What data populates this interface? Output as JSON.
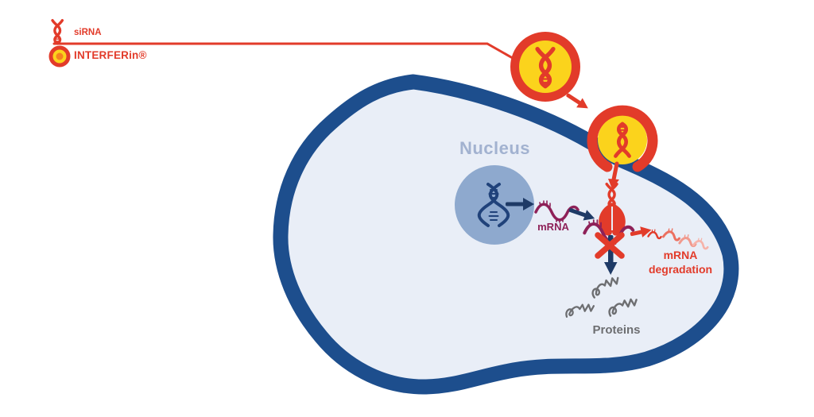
{
  "legend": {
    "sirna_label": "siRNA",
    "interferin_label": "INTERFERin®",
    "sirna_icon": "sirna-duplex-icon",
    "interferin_icon": "interferin-reagent-icon"
  },
  "diagram": {
    "nucleus_label": "Nucleus",
    "mrna_label": "mRNA",
    "proteins_label": "Proteins",
    "mrna_degradation_label": "mRNA degradation",
    "icons": [
      "sirna-interferin-complex-icon",
      "endosome-entry-icon",
      "dna-helix-icon",
      "mrna-strand-icon",
      "risc-complex-icon",
      "degraded-mrna-fragments-icon",
      "protein-coil-icon",
      "blocked-translation-x-icon"
    ]
  },
  "colors": {
    "red": "#e23b2a",
    "yellow": "#fbd31c",
    "orange": "#f58220",
    "membrane": "#1d4e8d",
    "cellfill": "#e9eef7",
    "nucleusfill": "#8ea9ce",
    "nucleuslabel": "#a2b2d0",
    "navy": "#1e3a66",
    "maroon": "#8e2158",
    "gray": "#6d6e71",
    "pink1": "#ec7060",
    "pink2": "#f19a8e",
    "pink3": "#f6b3aa"
  }
}
